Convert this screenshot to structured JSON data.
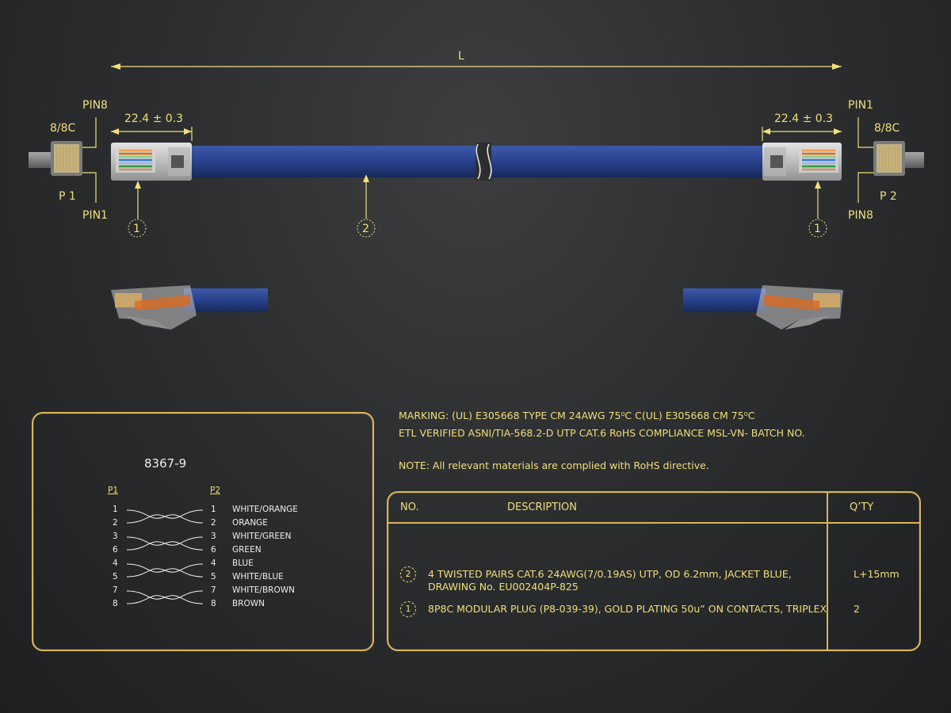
{
  "dimensions": {
    "overall_label": "L",
    "left_plug_dim": "22.4 ± 0.3",
    "right_plug_dim": "22.4 ± 0.3"
  },
  "left_end": {
    "pin_top": "PIN8",
    "pin_bottom": "PIN1",
    "type": "8/8C",
    "plug_name": "P 1"
  },
  "right_end": {
    "pin_top": "PIN1",
    "pin_bottom": "PIN8",
    "type": "8/8C",
    "plug_name": "P 2"
  },
  "callouts": {
    "left_plug": "1",
    "cable": "2",
    "right_plug": "1"
  },
  "wiring": {
    "part_no": "8367-9",
    "p1_label": "P1",
    "p2_label": "P2",
    "rows": [
      {
        "p1": "1",
        "p2": "1",
        "color": "WHITE/ORANGE"
      },
      {
        "p1": "2",
        "p2": "2",
        "color": "ORANGE"
      },
      {
        "p1": "3",
        "p2": "3",
        "color": "WHITE/GREEN"
      },
      {
        "p1": "6",
        "p2": "6",
        "color": "GREEN"
      },
      {
        "p1": "4",
        "p2": "4",
        "color": "BLUE"
      },
      {
        "p1": "5",
        "p2": "5",
        "color": "WHITE/BLUE"
      },
      {
        "p1": "7",
        "p2": "7",
        "color": "WHITE/BROWN"
      },
      {
        "p1": "8",
        "p2": "8",
        "color": "BROWN"
      }
    ]
  },
  "notes": {
    "marking_line1": "MARKING: (UL) E305668 TYPE CM 24AWG 75⁰C C(UL) E305668 CM 75⁰C",
    "marking_line2": "ETL VERIFIED ASNI/TIA-568.2-D UTP CAT.6 RoHS COMPLIANCE MSL-VN- BATCH NO.",
    "rohs": "NOTE: All relevant materials are complied with RoHS directive."
  },
  "bom": {
    "headers": {
      "no": "NO.",
      "description": "DESCRIPTION",
      "qty": "Q’TY"
    },
    "items": [
      {
        "no": "2",
        "description_line1": "4 TWISTED PAIRS CAT.6 24AWG(7/0.19AS) UTP, OD 6.2mm, JACKET BLUE,",
        "description_line2": "DRAWING No. EU002404P-825",
        "qty": "L+15mm"
      },
      {
        "no": "1",
        "description_line1": "8P8C MODULAR PLUG (P8-039-39), GOLD PLATING 50u” ON CONTACTS, TRIPLEX",
        "description_line2": "",
        "qty": "2"
      }
    ]
  },
  "colors": {
    "accent_gold": "#f2df7a",
    "frame_gold": "#d9b55a",
    "cable_blue": "#233a78",
    "background": "#2c2e30"
  }
}
